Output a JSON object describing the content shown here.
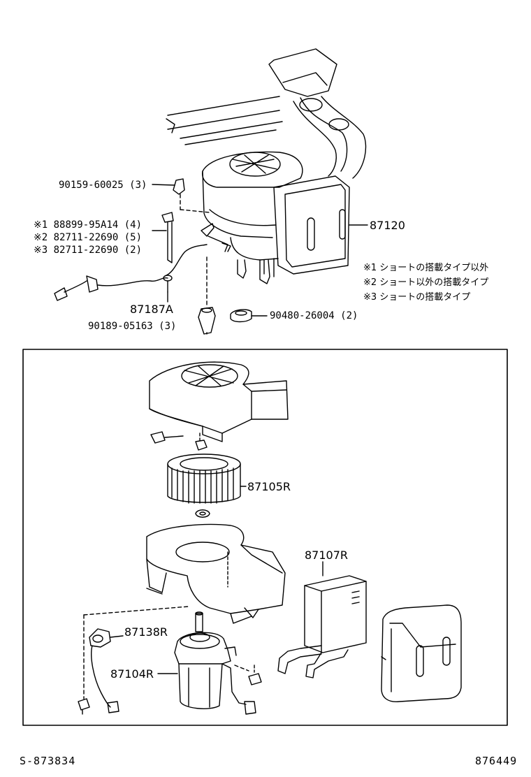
{
  "top_labels": {
    "bolt_90159": "90159-60025 (3)",
    "clamp_line1": "※1  88899-95A14 (4)",
    "clamp_line2": "※2  82711-22690 (5)",
    "clamp_line3": "※3  82711-22690 (2)",
    "wire_87187A": "87187A",
    "clip_90189": "90189-05163 (3)",
    "grommet_90480": "90480-26004 (2)",
    "unit_87120": "87120"
  },
  "notes": {
    "note1": "※1  ショートの搭載タイプ以外",
    "note2": "※2  ショート以外の搭載タイプ",
    "note3": "※3  ショートの搭載タイプ"
  },
  "bottom_labels": {
    "fan_87105R": "87105R",
    "heater_87107R": "87107R",
    "resistor_87138R": "87138R",
    "motor_87104R": "87104R"
  },
  "footer": {
    "left_code": "S-873834",
    "right_code": "876449"
  }
}
